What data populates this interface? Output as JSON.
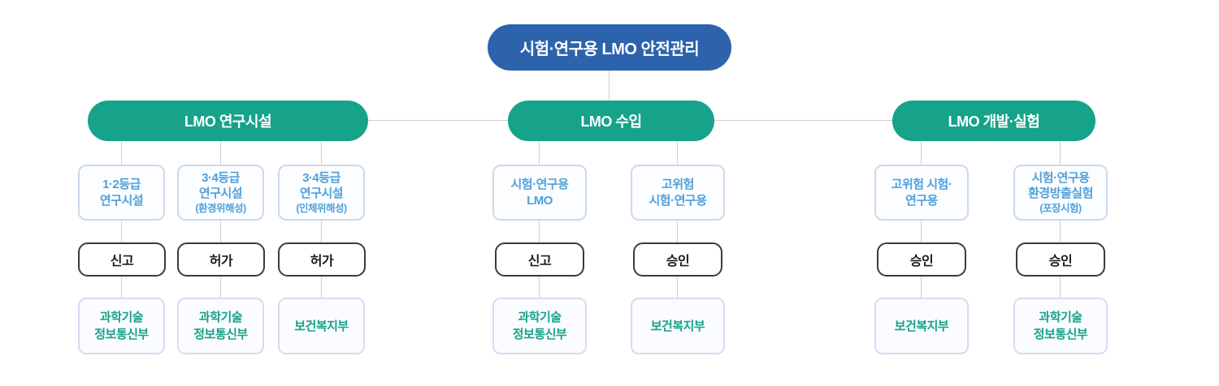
{
  "diagram": {
    "root": {
      "label": "시험·연구용 LMO 안전관리"
    },
    "groups": [
      {
        "label": "LMO 연구시설",
        "columns": [
          {
            "target": "1·2등급\n연구시설",
            "sub": "",
            "action": "신고",
            "ministry": "과학기술\n정보통신부"
          },
          {
            "target": "3·4등급\n연구시설",
            "sub": "(환경위해성)",
            "action": "허가",
            "ministry": "과학기술\n정보통신부"
          },
          {
            "target": "3·4등급\n연구시설",
            "sub": "(인체위해성)",
            "action": "허가",
            "ministry": "보건복지부"
          }
        ]
      },
      {
        "label": "LMO 수입",
        "columns": [
          {
            "target": "시험·연구용\nLMO",
            "sub": "",
            "action": "신고",
            "ministry": "과학기술\n정보통신부"
          },
          {
            "target": "고위험\n시험·연구용",
            "sub": "",
            "action": "승인",
            "ministry": "보건복지부"
          }
        ]
      },
      {
        "label": "LMO 개발·실험",
        "columns": [
          {
            "target": "고위험 시험·\n연구용",
            "sub": "",
            "action": "승인",
            "ministry": "보건복지부"
          },
          {
            "target": "시험·연구용\n환경방출실험",
            "sub": "(포장시험)",
            "action": "승인",
            "ministry": "과학기술\n정보통신부"
          }
        ]
      }
    ],
    "colors": {
      "root_bg": "#2d63ad",
      "group_bg": "#17a28a",
      "target_text": "#4fa0db",
      "ministry_text": "#18a189",
      "action_border": "#3b3b3b",
      "connector_line": "#cfcfcf"
    }
  }
}
